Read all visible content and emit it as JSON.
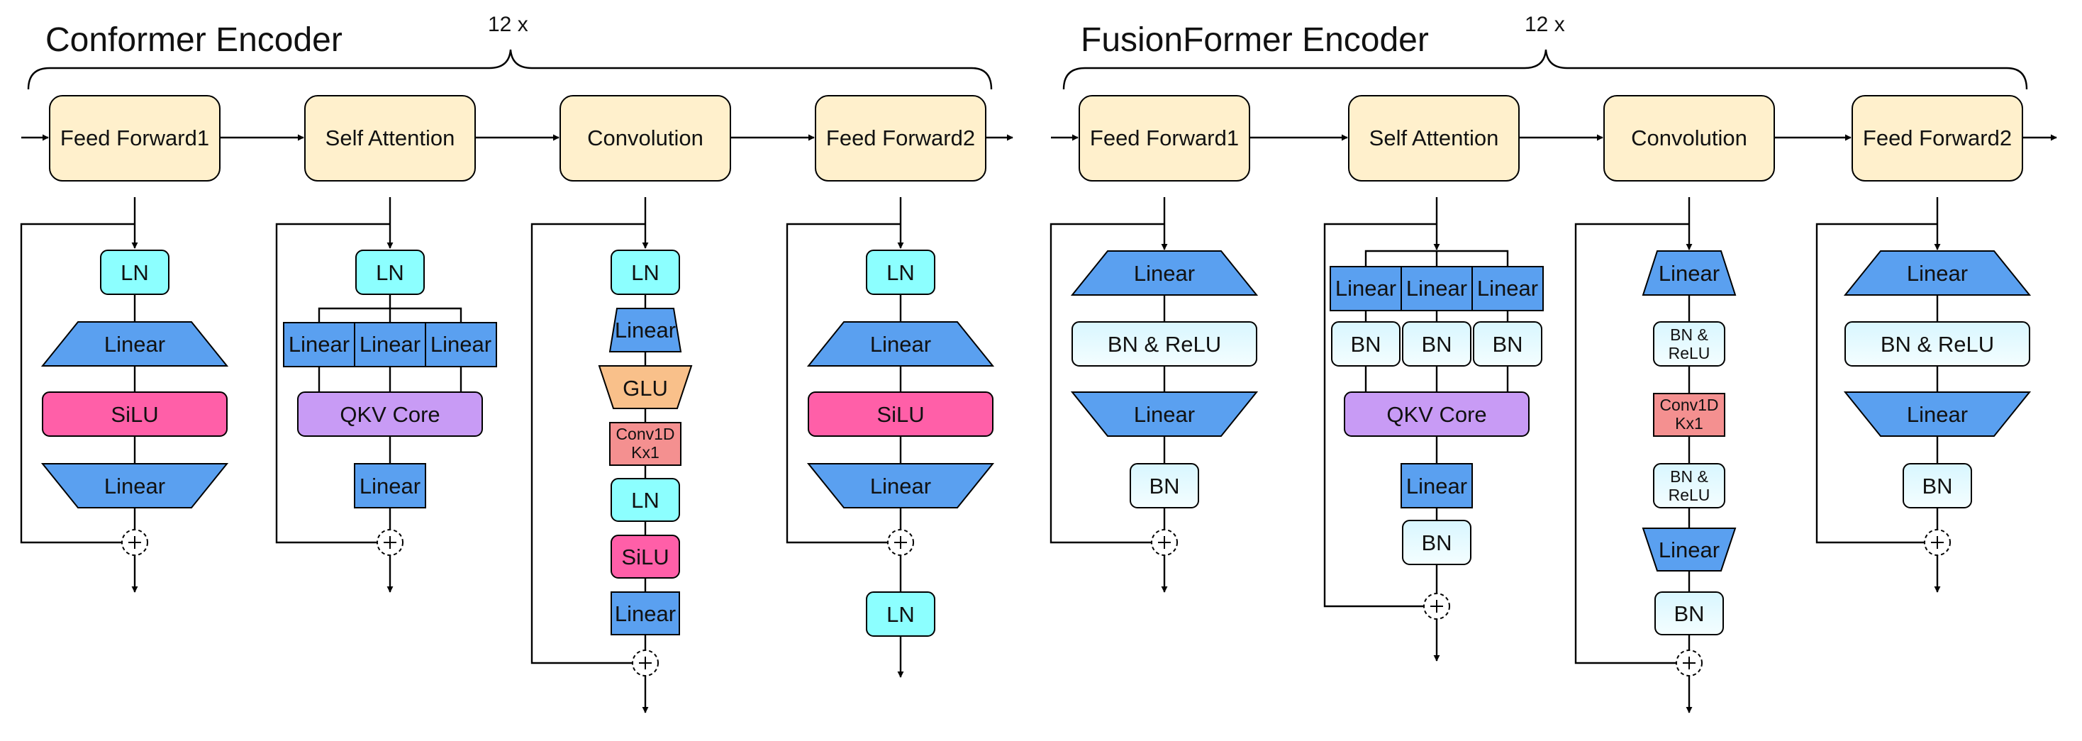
{
  "conformer": {
    "title": "Conformer Encoder",
    "repeat": "12 x",
    "blocks": {
      "ff1": "Feed Forward1",
      "sa": "Self Attention",
      "conv": "Convolution",
      "ff2": "Feed Forward2"
    },
    "ff1": {
      "ln": "LN",
      "linear_up": "Linear",
      "act": "SiLU",
      "linear_down": "Linear"
    },
    "sa": {
      "ln": "LN",
      "q": "Linear",
      "k": "Linear",
      "v": "Linear",
      "core": "QKV Core",
      "out": "Linear"
    },
    "conv": {
      "ln": "LN",
      "linear": "Linear",
      "glu": "GLU",
      "conv_l1": "Conv1D",
      "conv_l2": "Kx1",
      "ln2": "LN",
      "act": "SiLU",
      "out": "Linear"
    },
    "ff2": {
      "linear_up": "Linear",
      "act": "SiLU",
      "linear_down": "Linear",
      "ln_top": "LN",
      "ln_final": "LN"
    }
  },
  "fusionformer": {
    "title": "FusionFormer Encoder",
    "repeat": "12 x",
    "blocks": {
      "ff1": "Feed Forward1",
      "sa": "Self Attention",
      "conv": "Convolution",
      "ff2": "Feed Forward2"
    },
    "ff1": {
      "linear_up": "Linear",
      "bnrelu": "BN & ReLU",
      "linear_down": "Linear",
      "bn": "BN"
    },
    "sa": {
      "q": "Linear",
      "k": "Linear",
      "v": "Linear",
      "bn_q": "BN",
      "bn_k": "BN",
      "bn_v": "BN",
      "core": "QKV Core",
      "out": "Linear",
      "bn_out": "BN"
    },
    "conv": {
      "linear": "Linear",
      "bnrelu1_l1": "BN &",
      "bnrelu1_l2": "ReLU",
      "conv_l1": "Conv1D",
      "conv_l2": "Kx1",
      "bnrelu2_l1": "BN &",
      "bnrelu2_l2": "ReLU",
      "linear2": "Linear",
      "bn": "BN"
    },
    "ff2": {
      "linear_up": "Linear",
      "bnrelu": "BN & ReLU",
      "linear_down": "Linear",
      "bn": "BN"
    }
  },
  "colors": {
    "block_fill": "#FFF0CC",
    "ln_fill": "#8CFFFF",
    "linear_fill": "#5AA0F0",
    "silu_fill": "#FF5FA8",
    "qkv_fill": "#C89BF5",
    "glu_fill": "#F9C08A",
    "conv_fill": "#F49090",
    "bn_fill": "#E4FBFF"
  }
}
